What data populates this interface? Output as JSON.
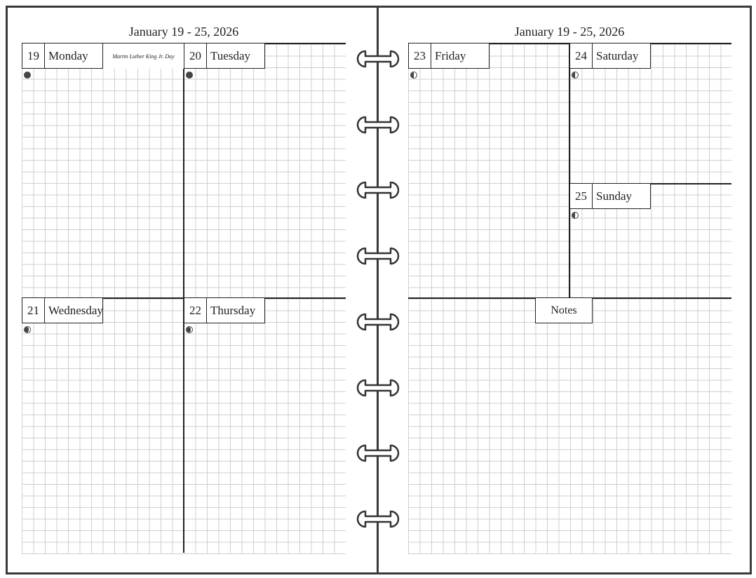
{
  "left_page": {
    "title": "January 19 - 25, 2026",
    "days": [
      {
        "num": "19",
        "name": "Monday",
        "holiday": "Martin Luther King Jr. Day",
        "moon": "new-moon-icon"
      },
      {
        "num": "20",
        "name": "Tuesday",
        "moon": "new-moon-icon"
      },
      {
        "num": "21",
        "name": "Wednesday",
        "moon": "waxing-crescent-icon"
      },
      {
        "num": "22",
        "name": "Thursday",
        "moon": "waxing-crescent-icon"
      }
    ]
  },
  "right_page": {
    "title": "January 19 - 25, 2026",
    "days": [
      {
        "num": "23",
        "name": "Friday",
        "moon": "first-quarter-moon-icon"
      },
      {
        "num": "24",
        "name": "Saturday",
        "moon": "first-quarter-moon-icon"
      },
      {
        "num": "25",
        "name": "Sunday",
        "moon": "first-quarter-moon-icon"
      }
    ],
    "notes_label": "Notes"
  },
  "binder_rings": 8,
  "colors": {
    "border": "#3a3a3a",
    "grid": "#cfcfcf",
    "ink": "#222222"
  }
}
